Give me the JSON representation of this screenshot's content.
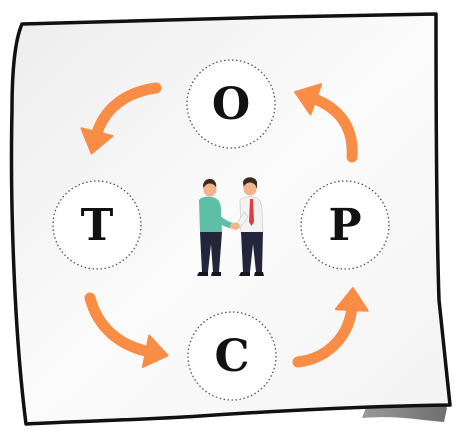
{
  "cycle": {
    "nodes": [
      {
        "id": "o",
        "letter": "O"
      },
      {
        "id": "p",
        "letter": "P"
      },
      {
        "id": "c",
        "letter": "C"
      },
      {
        "id": "t",
        "letter": "T"
      }
    ],
    "center_icon": "two-people-handshake-icon"
  },
  "colors": {
    "arrow": "#FA8D45",
    "letter": "#111111",
    "node_border": "#555555",
    "paper": "#F7F7F7",
    "paper_border": "#111111",
    "shadow": "#7A7A7A",
    "person_left_shirt": "#5DBFA5",
    "person_right_shirt": "#F2F2F2",
    "tie": "#E23B3B",
    "pants": "#23263A",
    "hair": "#3A2A22",
    "skin": "#F2B48C"
  }
}
